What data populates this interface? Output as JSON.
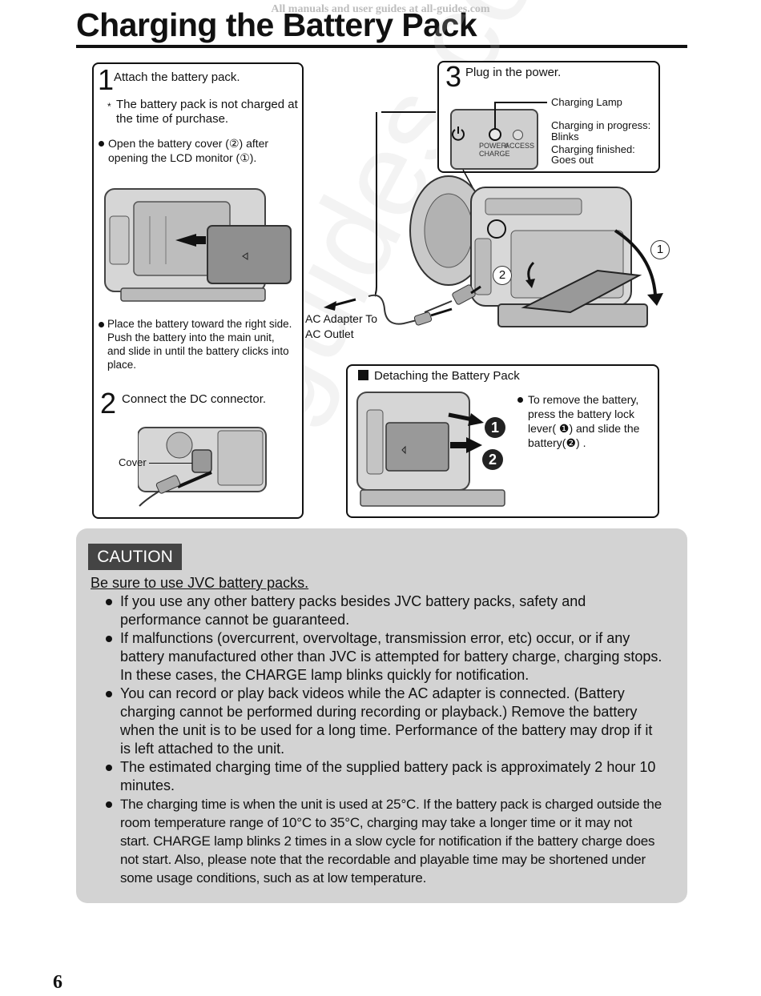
{
  "watermark": "All manuals and user guides at all-guides.com",
  "page_title": "Charging the Battery Pack",
  "page_number": "6",
  "step1": {
    "number": "1",
    "title": "Attach the battery pack.",
    "note_marker": "*",
    "note": "The battery pack is not charged at the time of purchase.",
    "bullet_a": "Open the battery cover (②) after opening the LCD monitor (①).",
    "bullet_b": "Place the battery toward the right side.  Push the battery into the main unit, and slide in until the battery clicks into place."
  },
  "step2": {
    "number": "2",
    "title": "Connect the DC connector.",
    "cover_label": "Cover"
  },
  "step3": {
    "number": "3",
    "title": "Plug in the power.",
    "charging_lamp": "Charging Lamp",
    "in_progress": "Charging in progress:",
    "in_progress_value": "Blinks",
    "finished": "Charging finished:",
    "finished_value": "Goes out",
    "panel_power_label": "POWER/ CHARGE",
    "panel_access_label": "ACCESS",
    "callout_1": "1",
    "callout_2": "2"
  },
  "ac_adapter": {
    "line1": "AC Adapter To",
    "line2": "AC Outlet"
  },
  "detach": {
    "title": "Detaching the Battery Pack",
    "instruction": "To remove the battery, press the battery lock lever( ❶) and slide the battery(❷) .",
    "callout_1": "1",
    "callout_2": "2"
  },
  "caution": {
    "label": "CAUTION",
    "heading": "Be sure to use JVC battery packs.",
    "items": [
      "If you use any other battery packs besides JVC battery packs, safety and performance cannot be guaranteed.",
      "If malfunctions (overcurrent, overvoltage, transmission error, etc) occur, or if any battery manufactured other than JVC is attempted for battery charge, charging stops. In these cases, the CHARGE lamp blinks quickly for notification.",
      "You can record or play back videos while the AC adapter is connected. (Battery charging cannot be performed during recording or playback.) Remove the battery when the unit is to be used for a long time. Performance of the battery may drop if it is left attached to the unit.",
      "The estimated charging time of the supplied battery pack is approximately 2 hour 10 minutes.",
      "The charging time is when the unit is used at 25°C. If the battery pack is charged outside the room temperature range of 10°C to 35°C, charging may take a longer time or it may not start. CHARGE lamp blinks 2 times in a slow cycle for notification if the battery charge does not start. Also, please note that the recordable and playable time may be shortened under some usage conditions, such as at low temperature."
    ]
  },
  "colors": {
    "caution_bg": "#d3d3d3",
    "caution_label_bg": "#444444"
  }
}
